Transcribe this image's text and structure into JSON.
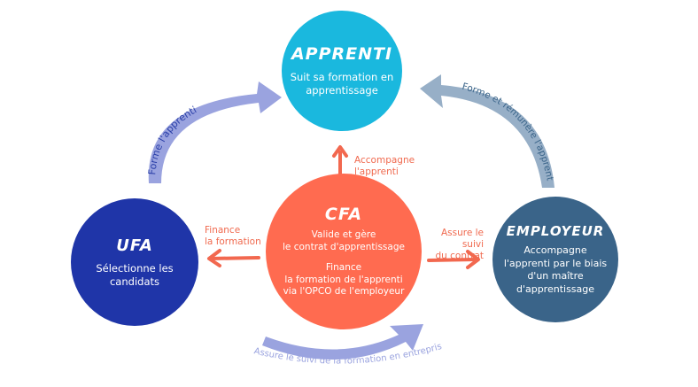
{
  "nodes": {
    "apprenti": {
      "title": "APPRENTI",
      "desc": [
        "Suit sa formation en",
        "apprentissage"
      ],
      "color": "#1ab8de"
    },
    "cfa": {
      "title": "CFA",
      "desc": [
        "Valide et gère",
        "le contrat d'apprentissage",
        "",
        "Finance",
        "la formation de l'apprenti",
        "via l'OPCO de l'employeur"
      ],
      "color": "#ff6b50"
    },
    "ufa": {
      "title": "UFA",
      "desc": [
        "Sélectionne les",
        "candidats"
      ],
      "color": "#1f35a8"
    },
    "employeur": {
      "title": "EMPLOYEUR",
      "desc": [
        "Accompagne",
        "l'apprenti par le biais",
        "d'un maître",
        "d'apprentissage"
      ],
      "color": "#3a6489"
    }
  },
  "edges": {
    "cfa_to_apprenti": {
      "label": [
        "Accompagne",
        "l'apprenti"
      ]
    },
    "cfa_to_ufa": {
      "label": [
        "Finance",
        "la formation"
      ]
    },
    "cfa_to_employeur": {
      "label": [
        "Assure le suivi",
        "du contrat"
      ]
    },
    "ufa_to_apprenti": {
      "label": "Forme l'apprenti"
    },
    "employeur_to_apprenti": {
      "label": "Forme et rémunère l'apprenti"
    },
    "ufa_to_employeur": {
      "label": "Assure le suivi de la formation en entreprise"
    }
  },
  "colors": {
    "edge_red": "#f2684f",
    "edge_lavender": "#9aa3df",
    "edge_steel": "#97afc7"
  }
}
